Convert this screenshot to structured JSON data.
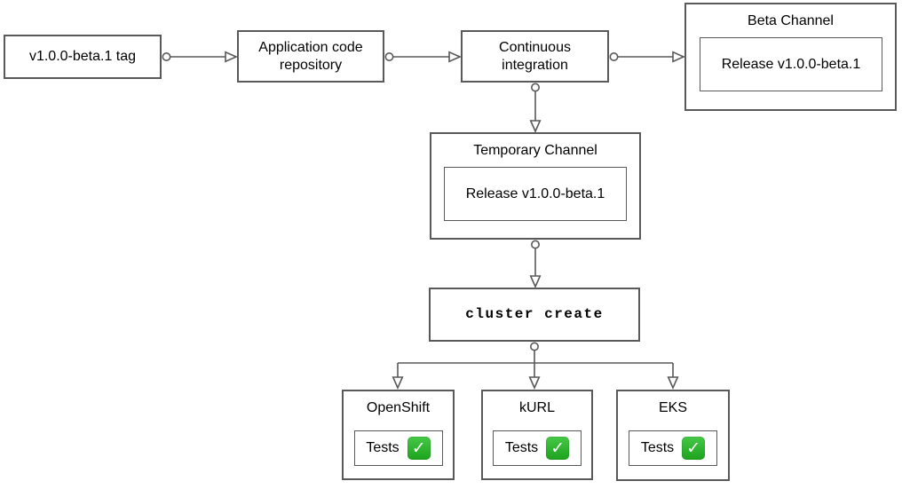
{
  "diagram": {
    "type": "flowchart",
    "nodes": {
      "tag": {
        "label": "v1.0.0-beta.1 tag"
      },
      "repo": {
        "label": "Application code repository"
      },
      "ci": {
        "label": "Continuous integration"
      },
      "beta_channel": {
        "title": "Beta Channel",
        "release_label": "Release v1.0.0-beta.1"
      },
      "temporary_channel": {
        "title": "Temporary Channel",
        "release_label": "Release v1.0.0-beta.1"
      },
      "cluster_create": {
        "label": "cluster create"
      },
      "openshift": {
        "title": "OpenShift",
        "tests_label": "Tests"
      },
      "kurl": {
        "title": "kURL",
        "tests_label": "Tests"
      },
      "eks": {
        "title": "EKS",
        "tests_label": "Tests"
      }
    },
    "icons": {
      "check_icon": "✓",
      "check_icon_name": "check-mark-button-icon"
    },
    "edges": [
      {
        "from": "tag",
        "to": "repo",
        "source_marker": "circle",
        "target_marker": "open-arrow"
      },
      {
        "from": "repo",
        "to": "ci",
        "source_marker": "circle",
        "target_marker": "open-arrow"
      },
      {
        "from": "ci",
        "to": "beta_channel",
        "source_marker": "circle",
        "target_marker": "open-arrow"
      },
      {
        "from": "ci",
        "to": "temporary_channel",
        "source_marker": "circle",
        "target_marker": "open-arrow"
      },
      {
        "from": "temporary_channel",
        "to": "cluster_create",
        "source_marker": "circle",
        "target_marker": "open-arrow"
      },
      {
        "from": "cluster_create",
        "to": "openshift",
        "source_marker": "circle",
        "target_marker": "open-arrow"
      },
      {
        "from": "cluster_create",
        "to": "kurl",
        "source_marker": "circle",
        "target_marker": "open-arrow"
      },
      {
        "from": "cluster_create",
        "to": "eks",
        "source_marker": "circle",
        "target_marker": "open-arrow"
      }
    ],
    "colors": {
      "border": "#595959",
      "connector": "#595959",
      "text": "#000000",
      "background": "#ffffff",
      "check_green": "#21ad21",
      "check_mark_white": "#ffffff"
    }
  }
}
